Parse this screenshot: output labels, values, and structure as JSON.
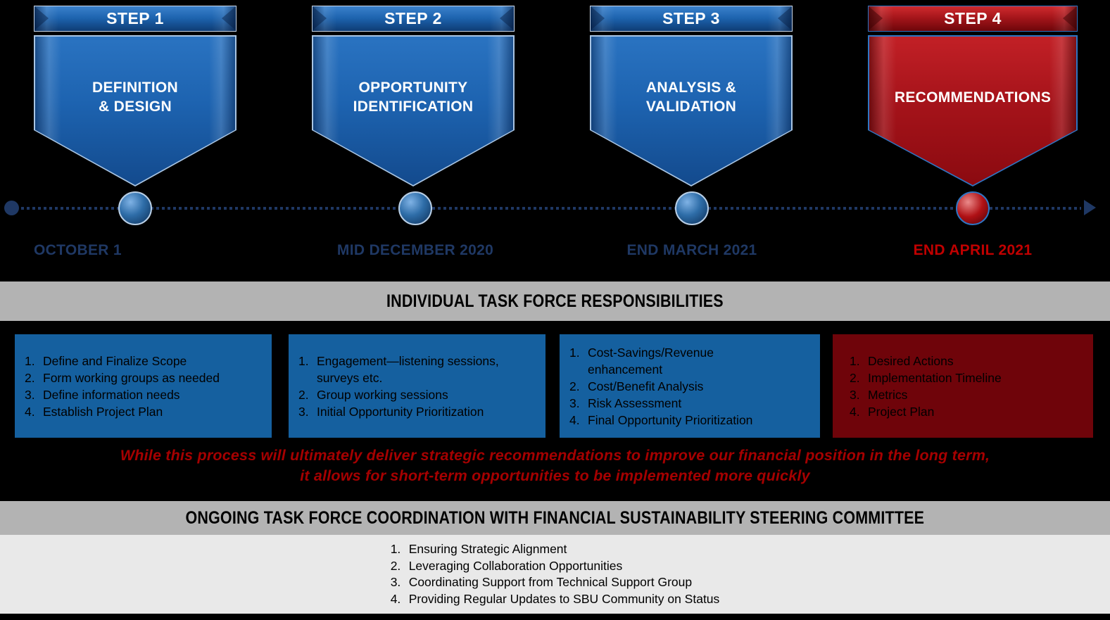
{
  "timeline": {
    "steps": [
      {
        "step_label": "STEP 1",
        "title_line1": "DEFINITION",
        "title_line2": "& DESIGN",
        "date": "OCTOBER 1",
        "theme": "blue"
      },
      {
        "step_label": "STEP 2",
        "title_line1": "OPPORTUNITY",
        "title_line2": "IDENTIFICATION",
        "date": "MID DECEMBER 2020",
        "theme": "blue"
      },
      {
        "step_label": "STEP 3",
        "title_line1": "ANALYSIS &",
        "title_line2": "VALIDATION",
        "date": "END MARCH 2021",
        "theme": "blue"
      },
      {
        "step_label": "STEP 4",
        "title_line1": "RECOMMENDATIONS",
        "title_line2": "",
        "date": "END APRIL 2021",
        "theme": "red"
      }
    ]
  },
  "responsibilities_band": {
    "title": "INDIVIDUAL TASK FORCE RESPONSIBILITIES"
  },
  "task_boxes": [
    {
      "theme": "blue",
      "items": [
        {
          "num": "1.",
          "text": "Define and Finalize Scope"
        },
        {
          "num": "2.",
          "text": "Form working groups as needed"
        },
        {
          "num": "3.",
          "text": "Define information needs"
        },
        {
          "num": "4.",
          "text": "Establish Project Plan"
        }
      ]
    },
    {
      "theme": "blue",
      "items": [
        {
          "num": "1.",
          "text": "Engagement—listening sessions, surveys etc."
        },
        {
          "num": "2.",
          "text": "Group working sessions"
        },
        {
          "num": "3.",
          "text": "Initial Opportunity Prioritization"
        }
      ]
    },
    {
      "theme": "blue",
      "items": [
        {
          "num": "1.",
          "text": "Cost-Savings/Revenue enhancement"
        },
        {
          "num": "2.",
          "text": "Cost/Benefit Analysis"
        },
        {
          "num": "3.",
          "text": "Risk Assessment"
        },
        {
          "num": "4.",
          "text": "Final Opportunity Prioritization"
        }
      ]
    },
    {
      "theme": "red",
      "items": [
        {
          "num": "1.",
          "text": "Desired Actions"
        },
        {
          "num": "2.",
          "text": "Implementation Timeline"
        },
        {
          "num": "3.",
          "text": "Metrics"
        },
        {
          "num": "4.",
          "text": "Project Plan"
        }
      ]
    }
  ],
  "note": {
    "line1": "While this process will ultimately deliver strategic recommendations to improve our financial position in the long term,",
    "line2": "it allows for short-term opportunities to be implemented more quickly"
  },
  "coordination_band": {
    "title": "ONGOING TASK FORCE COORDINATION WITH FINANCIAL SUSTAINABILITY STEERING COMMITTEE"
  },
  "coordination_items": [
    {
      "num": "1.",
      "text": "Ensuring Strategic Alignment"
    },
    {
      "num": "2.",
      "text": "Leveraging Collaboration Opportunities"
    },
    {
      "num": "3.",
      "text": "Coordinating Support from Technical Support Group"
    },
    {
      "num": "4.",
      "text": "Providing Regular Updates to SBU Community on Status"
    }
  ],
  "colors": {
    "background": "#000000",
    "primary_blue": "#1B5FA8",
    "step4_red": "#A5131A",
    "maroon_box": "#6F040A",
    "blue_box": "#15609F",
    "navy_timeline": "#1F3864",
    "date_red": "#C00000",
    "note_red": "#A50000",
    "band_gray": "#B3B3B3",
    "light_gray": "#E9E9E9"
  }
}
